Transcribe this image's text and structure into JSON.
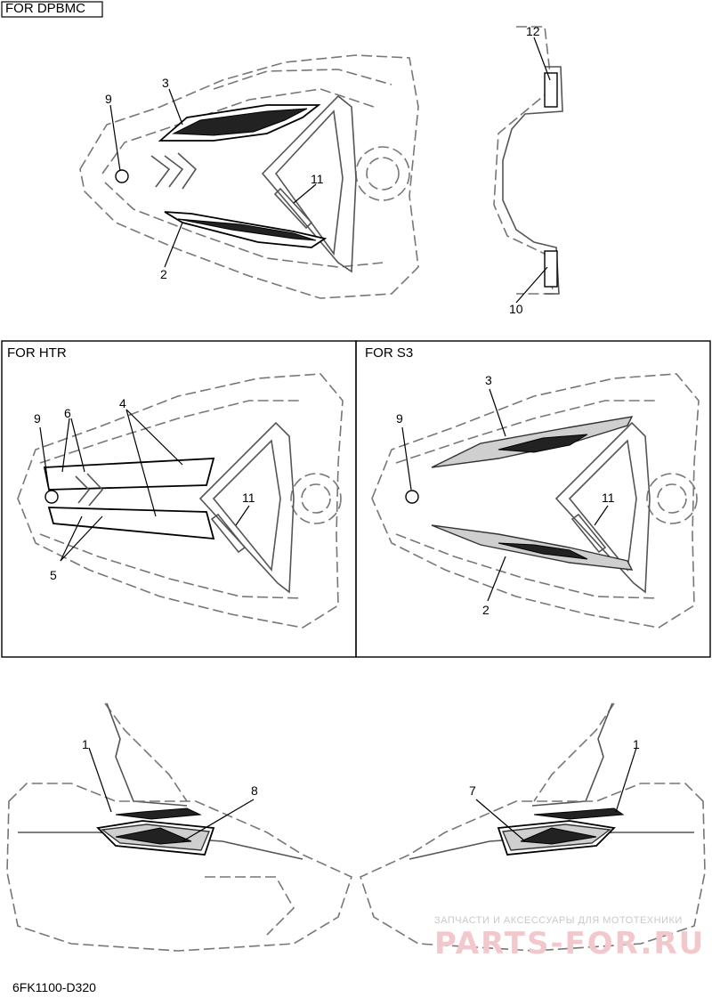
{
  "sections": {
    "dpbmc": {
      "title": "FOR DPBMC"
    },
    "htr": {
      "title": "FOR HTR"
    },
    "s3": {
      "title": "FOR S3"
    }
  },
  "callouts": {
    "dpbmc": [
      "12",
      "3",
      "9",
      "11",
      "2",
      "10"
    ],
    "htr": [
      "9",
      "6",
      "4",
      "11",
      "5"
    ],
    "s3": [
      "3",
      "9",
      "11",
      "2"
    ],
    "bottom": [
      "1",
      "8",
      "7",
      "1"
    ]
  },
  "diagram_code": "6FK1100-D320",
  "watermark": {
    "tagline": "ЗАПЧАСТИ И АКСЕССУАРЫ ДЛЯ МОТОТЕХНИКИ",
    "logo": "PARTS-FOR.RU"
  }
}
